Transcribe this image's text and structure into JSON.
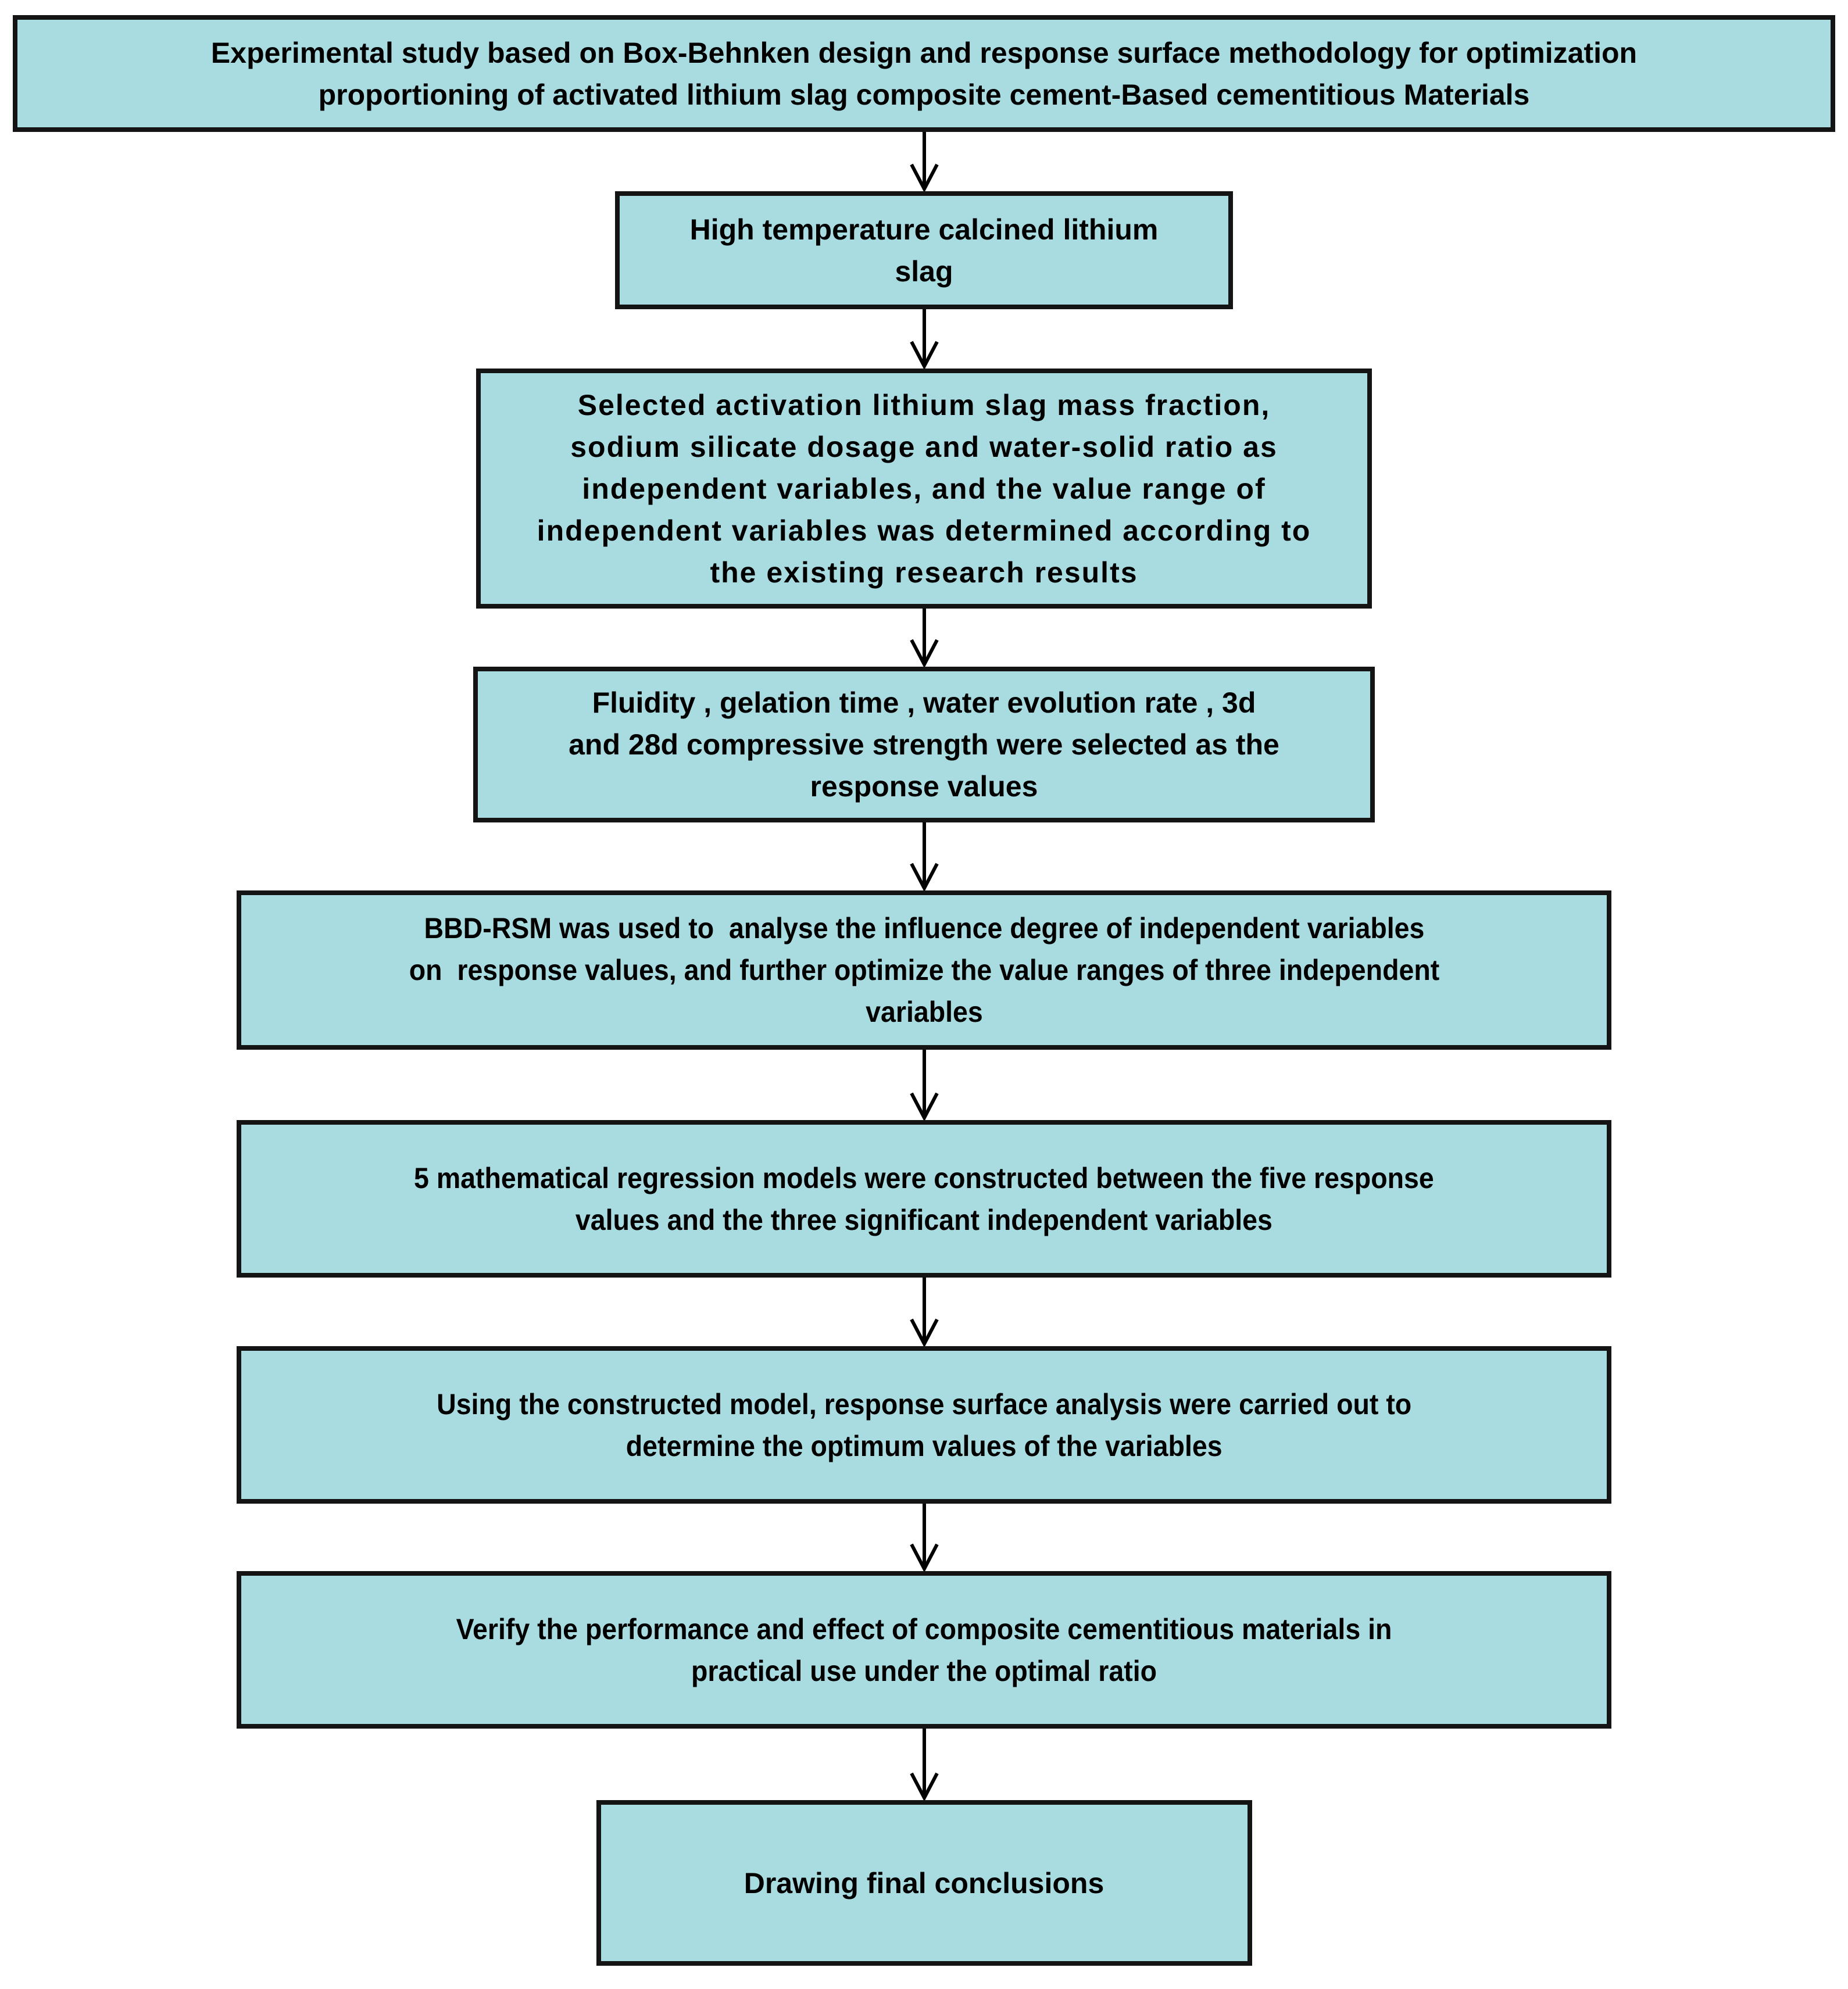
{
  "colors": {
    "box_fill": "#a9dce1",
    "box_border": "#141414",
    "arrow": "#000000",
    "text": "#000000",
    "background": "#ffffff"
  },
  "boxes": [
    {
      "id": "title",
      "lines": [
        "Experimental study based on Box-Behnken design and response surface methodology for optimization",
        "proportioning of activated lithium slag composite cement-Based cementitious Materials"
      ]
    },
    {
      "id": "calcined-slag",
      "lines": [
        "High temperature calcined lithium",
        "slag"
      ]
    },
    {
      "id": "independent-variables",
      "lines": [
        "Selected activation lithium slag mass fraction,",
        "sodium silicate dosage and water-solid ratio as",
        "independent variables, and the value range of",
        "independent variables was determined according to",
        "the existing research results"
      ]
    },
    {
      "id": "response-values",
      "lines": [
        "Fluidity , gelation time , water evolution rate , 3d",
        "and 28d compressive strength were selected as the",
        "response values"
      ]
    },
    {
      "id": "bbd-rsm-analysis",
      "lines": [
        "BBD-RSM was used to  analyse the influence degree of independent variables",
        "on  response values, and further optimize the value ranges of three independent",
        "variables"
      ]
    },
    {
      "id": "regression-models",
      "lines": [
        "5 mathematical regression models were constructed between the five response",
        "values and the three significant independent variables"
      ]
    },
    {
      "id": "response-surface-analysis",
      "lines": [
        "Using the constructed model, response surface analysis were carried out to",
        "determine the optimum values of the variables"
      ]
    },
    {
      "id": "verification",
      "lines": [
        "Verify the performance and effect of composite cementitious materials in",
        "practical use under the optimal ratio"
      ]
    },
    {
      "id": "conclusions",
      "lines": [
        "Drawing final conclusions"
      ]
    }
  ]
}
